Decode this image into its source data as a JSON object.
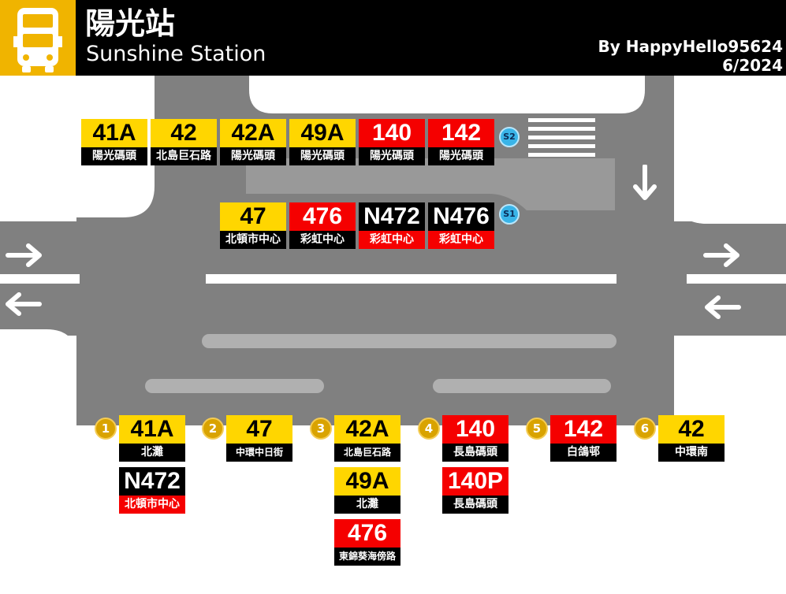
{
  "header": {
    "title_zh": "陽光站",
    "title_en": "Sunshine Station",
    "author": "By HappyHello95624",
    "date": "6/2024",
    "bus_icon": "double-decker-bus-icon"
  },
  "colors": {
    "yellow": "#ffd600",
    "red": "#f50000",
    "black": "#000000",
    "road": "#808080",
    "island": "#999999",
    "stop_marker": "#d9a300",
    "platform_badge": "#39b4e8"
  },
  "platforms": {
    "S2": {
      "label": "S2",
      "routes": [
        {
          "route": "41A",
          "dest": "陽光碼頭",
          "color": "yellow"
        },
        {
          "route": "42",
          "dest": "北島巨石路",
          "color": "yellow"
        },
        {
          "route": "42A",
          "dest": "陽光碼頭",
          "color": "yellow"
        },
        {
          "route": "49A",
          "dest": "陽光碼頭",
          "color": "yellow"
        },
        {
          "route": "140",
          "dest": "陽光碼頭",
          "color": "red"
        },
        {
          "route": "142",
          "dest": "陽光碼頭",
          "color": "red"
        }
      ]
    },
    "S1": {
      "label": "S1",
      "routes": [
        {
          "route": "47",
          "dest": "北頓市中心",
          "color": "yellow"
        },
        {
          "route": "476",
          "dest": "彩虹中心",
          "color": "red"
        },
        {
          "route": "N472",
          "dest": "彩虹中心",
          "color": "black"
        },
        {
          "route": "N476",
          "dest": "彩虹中心",
          "color": "black"
        }
      ]
    }
  },
  "stops": [
    {
      "number": "1",
      "routes": [
        {
          "route": "41A",
          "dest": "北灘",
          "color": "yellow"
        },
        {
          "route": "N472",
          "dest": "北頓市中心",
          "color": "black"
        }
      ]
    },
    {
      "number": "2",
      "routes": [
        {
          "route": "47",
          "dest": "中環中日街",
          "color": "yellow"
        }
      ]
    },
    {
      "number": "3",
      "routes": [
        {
          "route": "42A",
          "dest": "北島巨石路",
          "color": "yellow"
        },
        {
          "route": "49A",
          "dest": "北灘",
          "color": "yellow"
        },
        {
          "route": "476",
          "dest": "東錦葵海傍路",
          "color": "red"
        }
      ]
    },
    {
      "number": "4",
      "routes": [
        {
          "route": "140",
          "dest": "長島碼頭",
          "color": "red"
        },
        {
          "route": "140P",
          "dest": "長島碼頭",
          "color": "red"
        }
      ]
    },
    {
      "number": "5",
      "routes": [
        {
          "route": "142",
          "dest": "白鴿邨",
          "color": "red"
        }
      ]
    },
    {
      "number": "6",
      "routes": [
        {
          "route": "42",
          "dest": "中環南",
          "color": "yellow"
        }
      ]
    }
  ]
}
